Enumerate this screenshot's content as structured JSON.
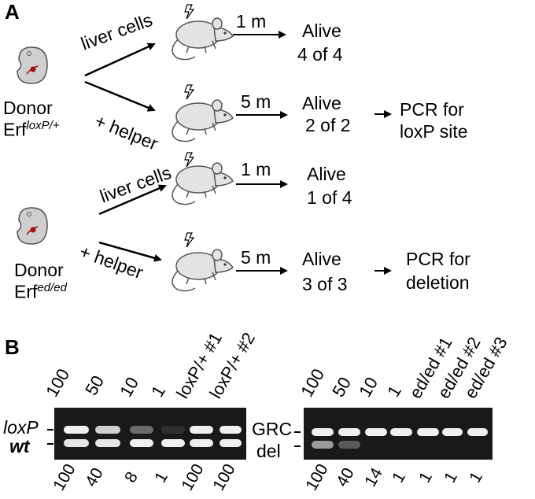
{
  "panel_a": {
    "label": "A",
    "donor1": {
      "name": "Donor",
      "genotype_base": "Erf",
      "genotype_sup": "loxP/+"
    },
    "donor2": {
      "name": "Donor",
      "genotype_base": "Erf",
      "genotype_sup": "ed/ed"
    },
    "rows": [
      {
        "cells_label": "liver cells",
        "time": "1 m",
        "alive": "Alive",
        "count": "4 of 4",
        "pcr": ""
      },
      {
        "cells_label": "+ helper",
        "time": "5 m",
        "alive": "Alive",
        "count": "2 of 2",
        "pcr_line1": "PCR for",
        "pcr_line2": "loxP site"
      },
      {
        "cells_label": "liver cells",
        "time": "1 m",
        "alive": "Alive",
        "count": "1 of 4",
        "pcr": ""
      },
      {
        "cells_label": "+ helper",
        "time": "5 m",
        "alive": "Alive",
        "count": "3 of 3",
        "pcr_line1": "PCR for",
        "pcr_line2": "deletion"
      }
    ]
  },
  "panel_b": {
    "label": "B",
    "gel1": {
      "lanes": [
        "100",
        "50",
        "10",
        "1",
        "loxP/+ #1",
        "loxP/+ #2"
      ],
      "bottom_values": [
        "100",
        "40",
        "8",
        "1",
        "100",
        "100"
      ],
      "band_labels": [
        "loxP",
        "wt"
      ]
    },
    "gel2": {
      "lanes": [
        "100",
        "50",
        "10",
        "1",
        "ed/ed #1",
        "ed/ed #2",
        "ed/ed #3"
      ],
      "bottom_values": [
        "100",
        "40",
        "14",
        "1",
        "1",
        "1",
        "1"
      ],
      "band_labels": [
        "GRC",
        "del"
      ]
    }
  }
}
